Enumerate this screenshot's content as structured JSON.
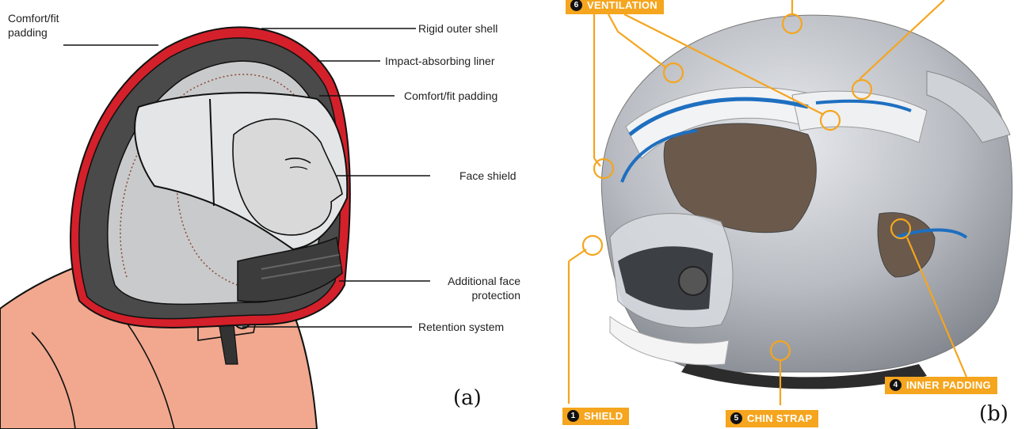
{
  "panel_a": {
    "letter": "(a)",
    "labels": {
      "comfort_left": [
        "Comfort/fit",
        "padding"
      ],
      "rigid_shell": "Rigid outer shell",
      "impact_liner": "Impact-absorbing liner",
      "comfort_right": "Comfort/fit padding",
      "face_shield": "Face shield",
      "additional_face": [
        "Additional face",
        "protection"
      ],
      "retention": "Retention system"
    },
    "colors": {
      "shell": "#d4202a",
      "liner": "#4a4a4a",
      "interior": "#c9cacb",
      "skin": "#f1a88f"
    }
  },
  "panel_b": {
    "letter": "(b)",
    "tags": {
      "ventilation": {
        "num": "6",
        "text": "VENTILATION"
      },
      "inner_padding": {
        "num": "4",
        "text": "INNER PADDING"
      },
      "shield": {
        "num": "1",
        "text": "SHIELD"
      },
      "chin_strap": {
        "num": "5",
        "text": "CHIN STRAP"
      }
    },
    "colors": {
      "accent": "#f5a51e",
      "helmet": "#b9bcc2",
      "vent_blue": "#1e6fc0",
      "padding": "#6b5a4c"
    }
  }
}
